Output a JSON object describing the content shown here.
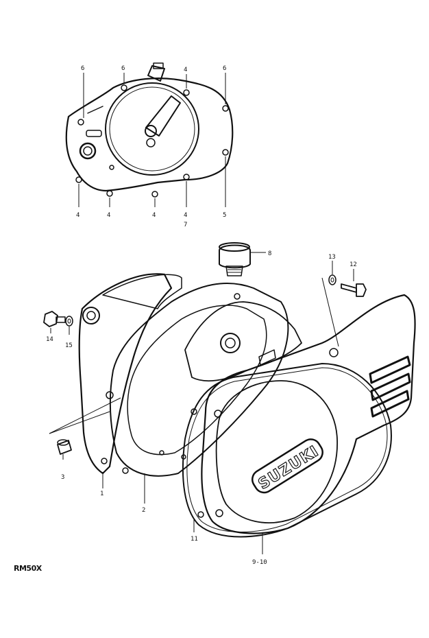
{
  "diagram_code": "RM50X",
  "callouts": {
    "top_6a": "6",
    "top_6b": "6",
    "top_4a": "4",
    "top_6c": "6",
    "top_4b": "4",
    "top_4c": "4",
    "top_4d": "4",
    "top_4e": "4",
    "top_7": "7",
    "top_5": "5",
    "p8": "8",
    "p13": "13",
    "p12": "12",
    "p14": "14",
    "p15": "15",
    "p3": "3",
    "p1": "1",
    "p2": "2",
    "p11": "11",
    "p9_10": "9-10"
  },
  "cover_logo": "SUZUKI"
}
